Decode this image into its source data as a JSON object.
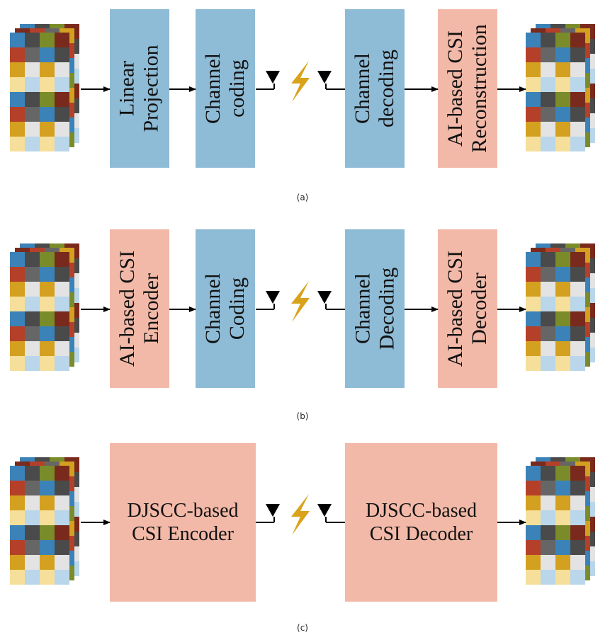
{
  "panels": [
    {
      "caption": "(a)",
      "blocks": [
        {
          "lines": [
            "Linear",
            "Projection"
          ]
        },
        {
          "lines": [
            "Channel",
            "coding"
          ]
        },
        {
          "lines": [
            "Channel",
            "decoding"
          ]
        },
        {
          "lines": [
            "AI-based CSI",
            "Reconstruction"
          ]
        }
      ]
    },
    {
      "caption": "(b)",
      "blocks": [
        {
          "lines": [
            "AI-based CSI",
            "Encoder"
          ]
        },
        {
          "lines": [
            "Channel",
            "Coding"
          ]
        },
        {
          "lines": [
            "Channel",
            "Decoding"
          ]
        },
        {
          "lines": [
            "AI-based CSI",
            "Decoder"
          ]
        }
      ]
    },
    {
      "caption": "(c)",
      "blocks": [
        {
          "lines": [
            "DJSCC-based",
            "CSI Encoder"
          ]
        },
        {
          "lines": [
            "DJSCC-based",
            "CSI Decoder"
          ]
        }
      ]
    }
  ],
  "colors": {
    "processing_block": "#8ebbd6",
    "ai_block": "#f2b9a8",
    "lightning": "#d9a21b",
    "csi_palette": [
      "#3b82b8",
      "#4a4a4a",
      "#7a8c2a",
      "#7a2a1c",
      "#b5402a",
      "#666666",
      "#d4a020",
      "#e3e3e3",
      "#f5df9a",
      "#b9d6ea"
    ]
  },
  "icons": [
    "csi-matrix-icon",
    "antenna-icon",
    "lightning-bolt-icon",
    "arrow-icon"
  ]
}
